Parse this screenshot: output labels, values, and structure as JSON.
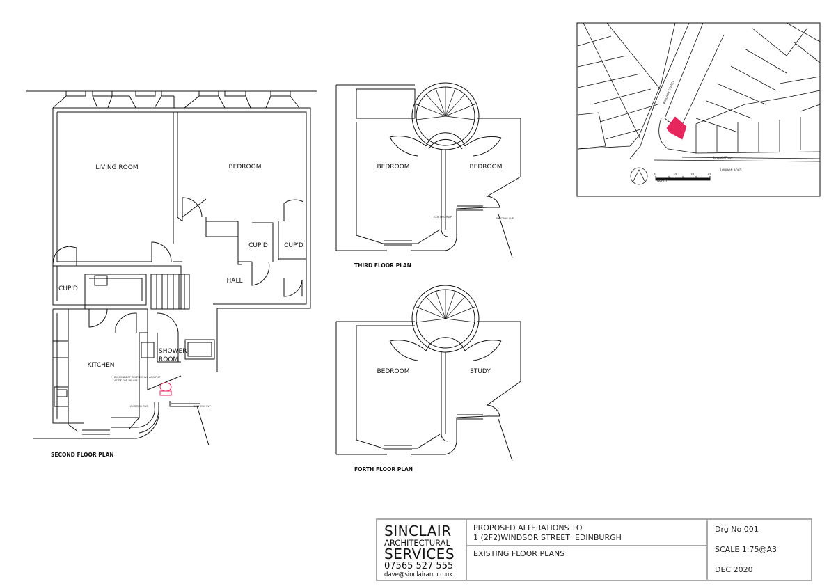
{
  "second_floor": {
    "title": "SECOND FLOOR PLAN",
    "rooms": {
      "living_room": "LIVING ROOM",
      "bedroom": "BEDROOM",
      "cupd_1": "CUP'D",
      "cupd_2": "CUP'D",
      "cupd_3": "CUP'D",
      "hall": "HALL",
      "kitchen": "KITCHEN",
      "shower_room_1": "SHOWER",
      "shower_room_2": "ROOM"
    },
    "notes": {
      "disconnect_1": "DISCONNECT EXISTING WC AND PUT",
      "disconnect_2": "ASIDE FOR RE-USE",
      "rwp": "EXISTING RWP",
      "svp": "EXISTING SVP"
    }
  },
  "third_floor": {
    "title": "THIRD FLOOR PLAN",
    "rooms": {
      "bedroom_left": "BEDROOM",
      "bedroom_right": "BEDROOM"
    },
    "notes": {
      "rwp": "EXISTING RWP",
      "svp": "EXISTING SVP"
    }
  },
  "fourth_floor": {
    "title": "FORTH FLOOR PLAN",
    "rooms": {
      "bedroom": "BEDROOM",
      "study": "STUDY"
    }
  },
  "location_map": {
    "street_windsor": "WINDSOR STREET",
    "street_leopold": "Leopold Place",
    "street_london": "LONDON ROAD",
    "north": "NORTH",
    "scale_labels": [
      "0",
      "10",
      "20",
      "30"
    ]
  },
  "title_block": {
    "logo": {
      "line1": "SINCLAIR",
      "line2": "ARCHITECTURAL",
      "line3": "SERVICES",
      "phone": "07565 527 555",
      "email": "dave@sinclairarc.co.uk"
    },
    "project_line1": "PROPOSED ALTERATIONS TO",
    "project_line2": "1 (2F2)WINDSOR STREET  EDINBURGH",
    "drawing_title": "EXISTING FLOOR PLANS",
    "drg_no": "Drg No 001",
    "scale": "SCALE 1:75@A3",
    "date": "DEC 2020"
  },
  "colors": {
    "line": "#111111",
    "highlight": "#e8265e",
    "border": "#aaaaaa"
  }
}
